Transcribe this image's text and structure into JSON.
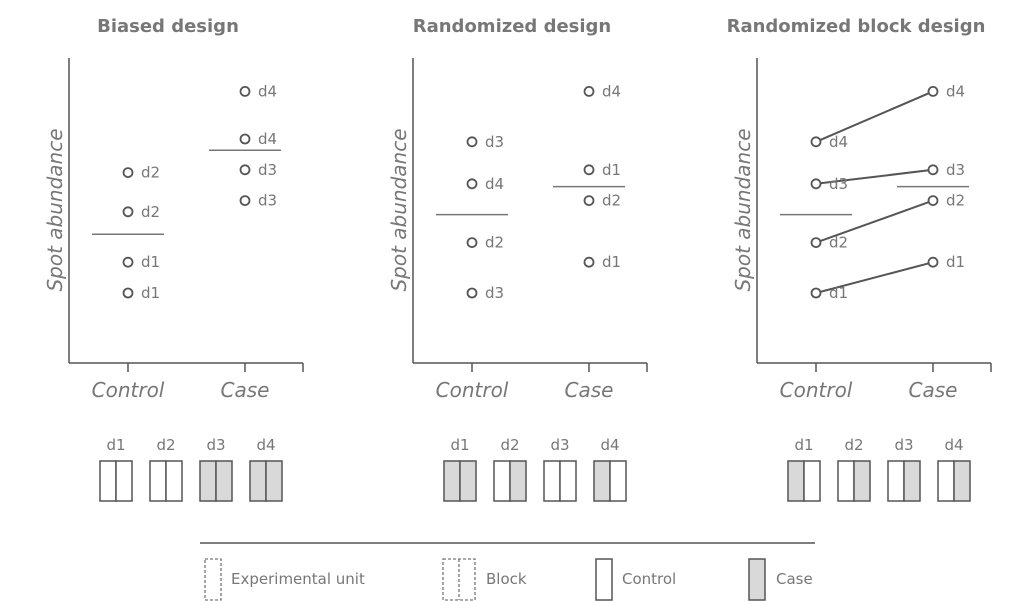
{
  "chart_data": [
    {
      "type": "scatter",
      "title": "Biased design",
      "ylabel": "Spot abundance",
      "categories": [
        "Control",
        "Case"
      ],
      "points": [
        {
          "group": "Control",
          "label": "d2",
          "y": 0.68
        },
        {
          "group": "Control",
          "label": "d2",
          "y": 0.54
        },
        {
          "group": "Control",
          "label": "d1",
          "y": 0.36
        },
        {
          "group": "Control",
          "label": "d1",
          "y": 0.25
        },
        {
          "group": "Case",
          "label": "d4",
          "y": 0.97
        },
        {
          "group": "Case",
          "label": "d4",
          "y": 0.8
        },
        {
          "group": "Case",
          "label": "d3",
          "y": 0.69
        },
        {
          "group": "Case",
          "label": "d3",
          "y": 0.58
        }
      ],
      "means": {
        "Control": 0.46,
        "Case": 0.76
      },
      "pairs": [],
      "units": [
        {
          "label": "d1",
          "left": "control",
          "right": "control"
        },
        {
          "label": "d2",
          "left": "control",
          "right": "control"
        },
        {
          "label": "d3",
          "left": "case",
          "right": "case"
        },
        {
          "label": "d4",
          "left": "case",
          "right": "case"
        }
      ]
    },
    {
      "type": "scatter",
      "title": "Randomized design",
      "ylabel": "Spot abundance",
      "categories": [
        "Control",
        "Case"
      ],
      "points": [
        {
          "group": "Control",
          "label": "d3",
          "y": 0.79
        },
        {
          "group": "Control",
          "label": "d4",
          "y": 0.64
        },
        {
          "group": "Control",
          "label": "d2",
          "y": 0.43
        },
        {
          "group": "Control",
          "label": "d3",
          "y": 0.25
        },
        {
          "group": "Case",
          "label": "d4",
          "y": 0.97
        },
        {
          "group": "Case",
          "label": "d1",
          "y": 0.69
        },
        {
          "group": "Case",
          "label": "d2",
          "y": 0.58
        },
        {
          "group": "Case",
          "label": "d1",
          "y": 0.36
        }
      ],
      "means": {
        "Control": 0.53,
        "Case": 0.63
      },
      "pairs": [],
      "units": [
        {
          "label": "d1",
          "left": "case",
          "right": "case"
        },
        {
          "label": "d2",
          "left": "control",
          "right": "case"
        },
        {
          "label": "d3",
          "left": "control",
          "right": "control"
        },
        {
          "label": "d4",
          "left": "case",
          "right": "control"
        }
      ]
    },
    {
      "type": "scatter",
      "title": "Randomized block design",
      "ylabel": "Spot abundance",
      "categories": [
        "Control",
        "Case"
      ],
      "points": [
        {
          "group": "Control",
          "label": "d4",
          "y": 0.79
        },
        {
          "group": "Control",
          "label": "d3",
          "y": 0.64
        },
        {
          "group": "Control",
          "label": "d2",
          "y": 0.43
        },
        {
          "group": "Control",
          "label": "d1",
          "y": 0.25
        },
        {
          "group": "Case",
          "label": "d4",
          "y": 0.97
        },
        {
          "group": "Case",
          "label": "d3",
          "y": 0.69
        },
        {
          "group": "Case",
          "label": "d2",
          "y": 0.58
        },
        {
          "group": "Case",
          "label": "d1",
          "y": 0.36
        }
      ],
      "means": {
        "Control": 0.53,
        "Case": 0.63
      },
      "pairs": [
        {
          "label": "d4",
          "control": 0.79,
          "case": 0.97
        },
        {
          "label": "d3",
          "control": 0.64,
          "case": 0.69
        },
        {
          "label": "d2",
          "control": 0.43,
          "case": 0.58
        },
        {
          "label": "d1",
          "control": 0.25,
          "case": 0.36
        }
      ],
      "units": [
        {
          "label": "d1",
          "left": "case",
          "right": "control"
        },
        {
          "label": "d2",
          "left": "control",
          "right": "case"
        },
        {
          "label": "d3",
          "left": "control",
          "right": "case"
        },
        {
          "label": "d4",
          "left": "control",
          "right": "case"
        }
      ]
    }
  ],
  "legend": {
    "experimental_unit": "Experimental unit",
    "block": "Block",
    "control": "Control",
    "case": "Case"
  },
  "colors": {
    "ink": "#777777",
    "axis": "#555555",
    "case_fill": "#d9d9d9",
    "background": "#ffffff"
  }
}
